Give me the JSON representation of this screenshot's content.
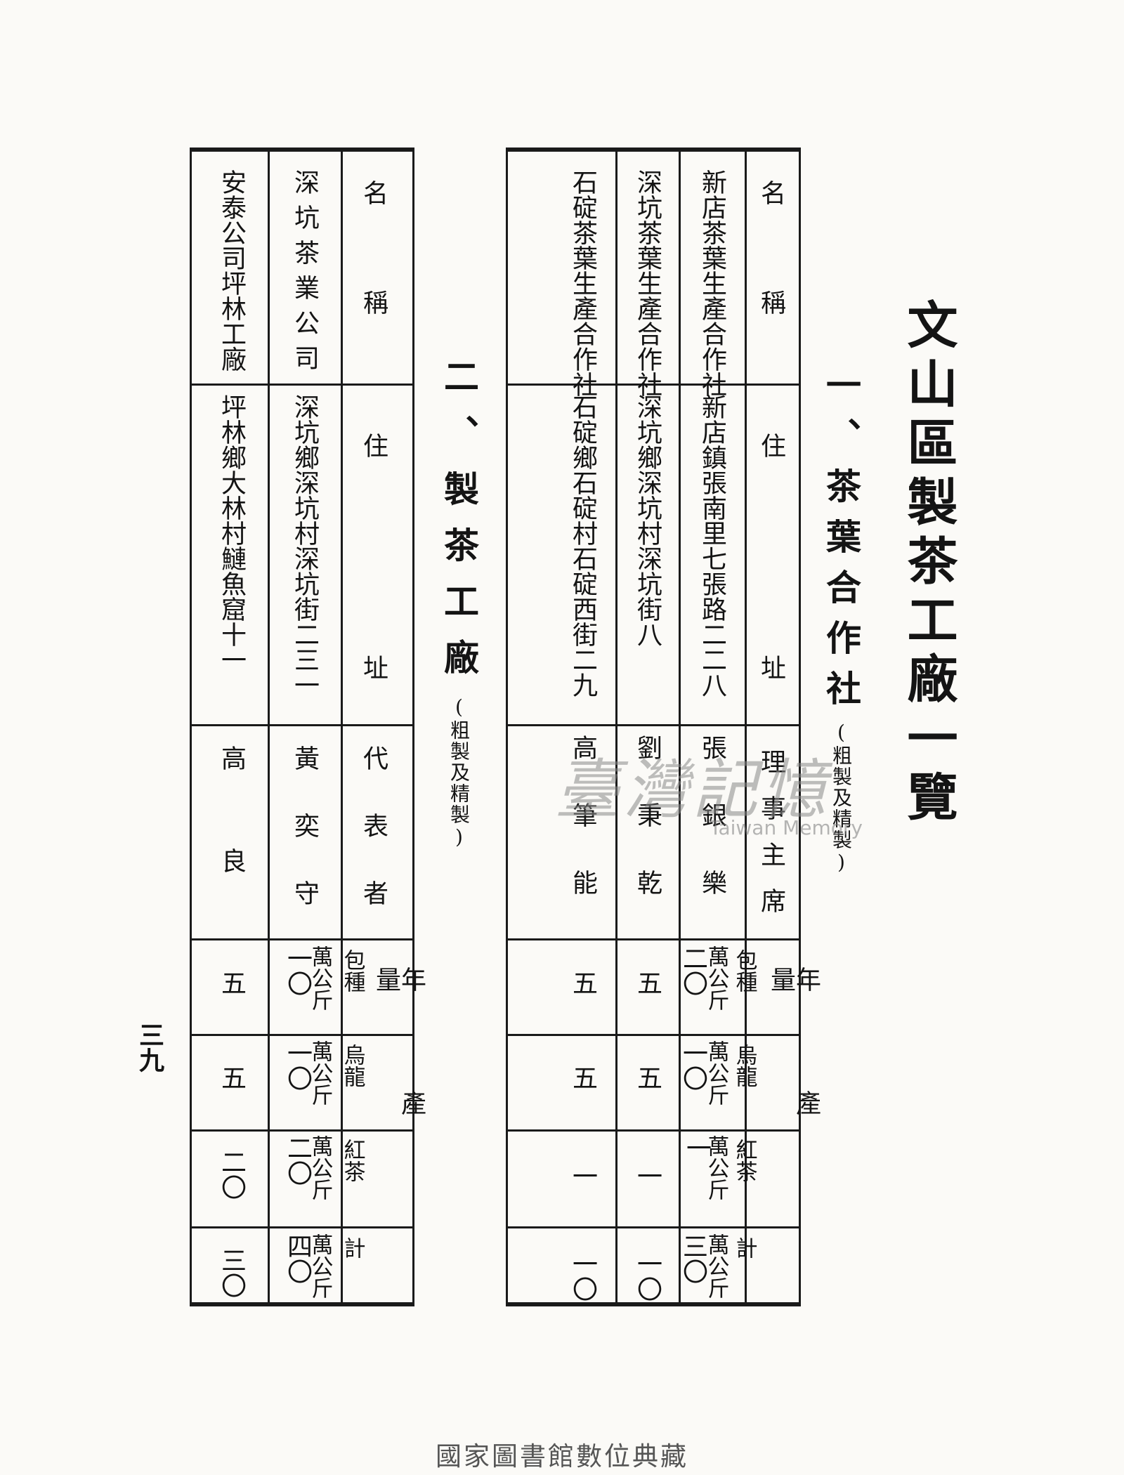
{
  "title": "文山區製茶工廠一覽",
  "section1": {
    "heading": "一、茶葉合作社",
    "note": "(粗製及精製)"
  },
  "section2": {
    "heading": "二、製茶工廠",
    "note": "(粗製及精製)"
  },
  "headers": {
    "name": "名稱",
    "address": "住址",
    "chairman": "理事主席",
    "representative": "代表者",
    "annual_output": "年產量",
    "paozhong": "包種",
    "oolong": "烏龍",
    "black": "紅茶",
    "total": "計",
    "unit": "萬公斤"
  },
  "table1": [
    {
      "name": "新店茶葉生產合作社",
      "address": "新店鎮張南里七張路二二八",
      "person": "張銀樂",
      "paozhong": "二〇",
      "oolong": "一〇",
      "black": "一",
      "total": "三〇"
    },
    {
      "name": "深坑茶葉生產合作社",
      "address": "深坑鄉深坑村深坑街八",
      "person": "劉秉乾",
      "paozhong": "五",
      "oolong": "五",
      "black": "一",
      "total": "一〇"
    },
    {
      "name": "石碇茶葉生產合作社",
      "address": "石碇鄉石碇村石碇西街二九",
      "person": "高筆能",
      "paozhong": "五",
      "oolong": "五",
      "black": "一",
      "total": "一〇"
    }
  ],
  "table2": [
    {
      "name": "深坑茶業公司",
      "address": "深坑鄉深坑村深坑街二三一",
      "person": "黃奕守",
      "paozhong": "一〇",
      "oolong": "一〇",
      "black": "二〇",
      "total": "四〇"
    },
    {
      "name": "安泰公司坪林工廠",
      "address": "坪林鄉大林村鰱魚窟十一",
      "person": "高良",
      "paozhong": "五",
      "oolong": "五",
      "black": "二〇",
      "total": "三〇"
    }
  ],
  "page_number": "三九",
  "watermark": {
    "cn": "臺灣記憶",
    "en": "Taiwan Memory"
  },
  "footer": "國家圖書館數位典藏"
}
